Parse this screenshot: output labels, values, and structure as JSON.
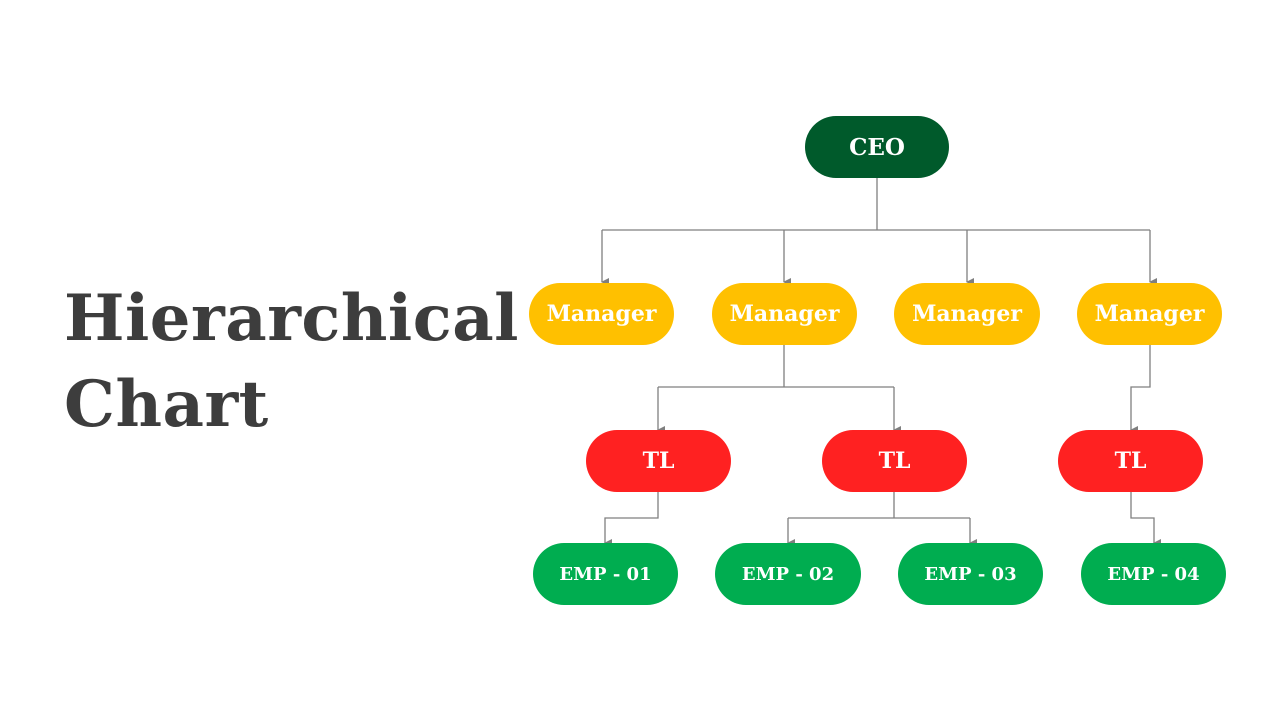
{
  "slide": {
    "title_line1": "Hierarchical",
    "title_line2": "Chart"
  },
  "org": {
    "ceo": "CEO",
    "managers": [
      "Manager",
      "Manager",
      "Manager",
      "Manager"
    ],
    "team_leads": [
      "TL",
      "TL",
      "TL"
    ],
    "employees": [
      "EMP - 01",
      "EMP - 02",
      "EMP - 03",
      "EMP - 04"
    ]
  },
  "colors": {
    "ceo": "#005a2b",
    "manager": "#ffc000",
    "team_lead": "#ff2121",
    "employee": "#00ad50",
    "title_text": "#3d3d3d",
    "connector": "#7f7f7f"
  }
}
